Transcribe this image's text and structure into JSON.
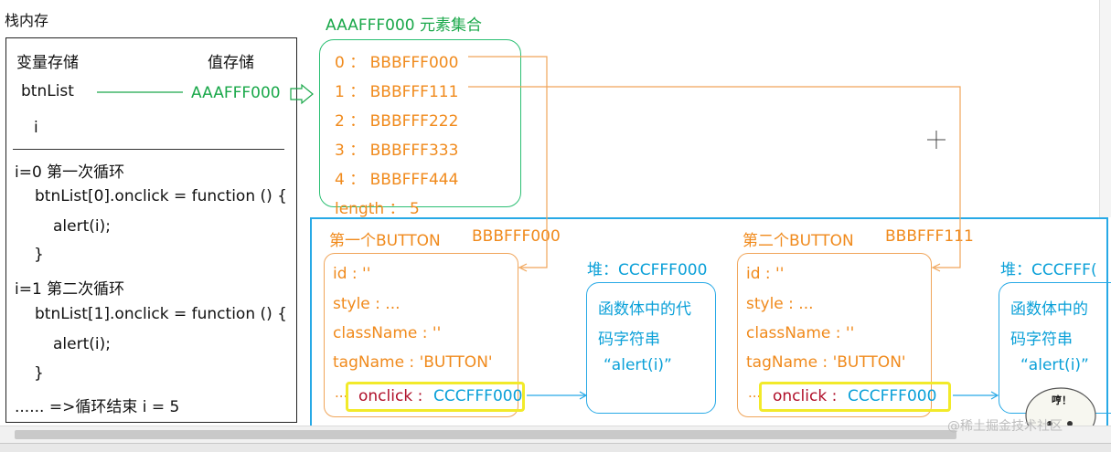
{
  "stack": {
    "title": "栈内存",
    "col_var": "变量存储",
    "col_val": "值存储",
    "var_btnlist": "btnList",
    "val_btnlist": "AAAFFF000",
    "var_i": "i",
    "loop0_title": "i=0  第一次循环",
    "loop0_code": "btnList[0].onclick = function () {",
    "loop0_alert": "alert(i);",
    "loop0_close": "}",
    "loop1_title": "i=1 第二次循环",
    "loop1_code": "btnList[1].onclick = function () {",
    "loop1_alert": "alert(i);",
    "loop1_close": "}",
    "end_line": "......   =>循环结束 i = 5"
  },
  "array": {
    "title": "AAAFFF000 元素集合",
    "items": [
      {
        "index": "0",
        "sep": "：",
        "addr": "BBBFFF000"
      },
      {
        "index": "1",
        "sep": "：",
        "addr": "BBBFFF111"
      },
      {
        "index": "2",
        "sep": "：",
        "addr": "BBBFFF222"
      },
      {
        "index": "3",
        "sep": "：",
        "addr": "BBBFFF333"
      },
      {
        "index": "4",
        "sep": "：",
        "addr": "BBBFFF444"
      }
    ],
    "length_label": "length  ：  5"
  },
  "buttons": [
    {
      "name": "第一个BUTTON",
      "addr": "BBBFFF000",
      "id": "id : ''",
      "style": "style : ...",
      "className": "className : ''",
      "tagName": "tagName : 'BUTTON'",
      "dots": "...",
      "onclick_key": "onclick :",
      "onclick_val": "CCCFFF000",
      "heap_title": "堆：CCCFFF000",
      "fn_line1": "函数体中的代",
      "fn_line2": "码字符串",
      "fn_line3": "“alert(i)”"
    },
    {
      "name": "第二个BUTTON",
      "addr": "BBBFFF111",
      "id": "id : ''",
      "style": "style : ...",
      "className": "className : ''",
      "tagName": "tagName : 'BUTTON'",
      "dots": "...",
      "onclick_key": "onclick :",
      "onclick_val": "CCCFFF000",
      "heap_title": "堆：CCCFFF(",
      "fn_line1": "函数体中的",
      "fn_line2": "码字符串",
      "fn_line3": "“alert(i)”"
    }
  ],
  "watermark": "@稀土掘金技术社区",
  "sticker_text": "哼！",
  "colors": {
    "green": "#1aa84a",
    "orange": "#f08a1c",
    "cyan": "#0aa0d8",
    "heap_border": "#27a9e6",
    "highlight": "#f2ea2a",
    "onclick_key": "#b0102a"
  }
}
